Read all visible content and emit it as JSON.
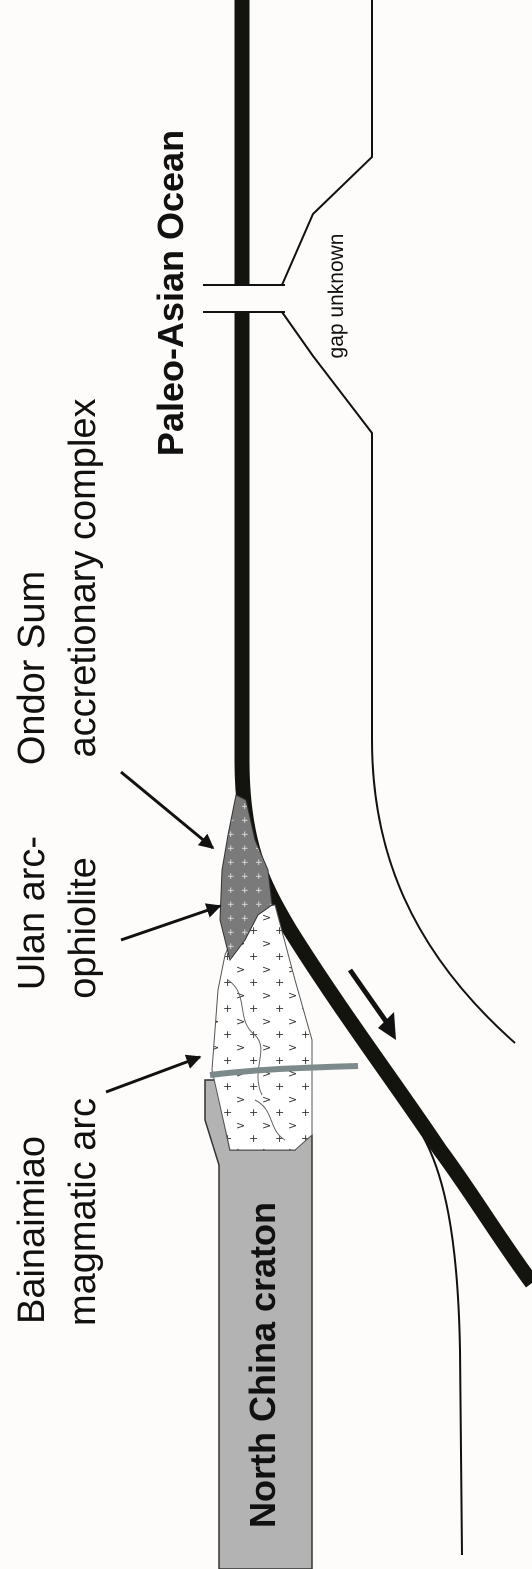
{
  "labels": {
    "ocean": "Paleo-Asian Ocean",
    "gap": "gap unknown",
    "ondor_line1": "Ondor Sum",
    "ondor_line2": "accretionary complex",
    "ulan_line1": "Ulan arc-",
    "ulan_line2": "ophiolite",
    "bainaimiao_line1": "Bainaimiao",
    "bainaimiao_line2": "magmatic arc",
    "craton": "North China craton"
  },
  "colors": {
    "background": "#fdfcfa",
    "slab": "#14140f",
    "craton_fill": "#b3b3b3",
    "accretionary_fill": "#7a7a7a",
    "arc_fill": "#ffffff",
    "suture_line": "#7d8a8c"
  },
  "icons": {
    "movement_arrow": "shear-sense-arrow",
    "label_arrows": "pointer-arrow"
  }
}
